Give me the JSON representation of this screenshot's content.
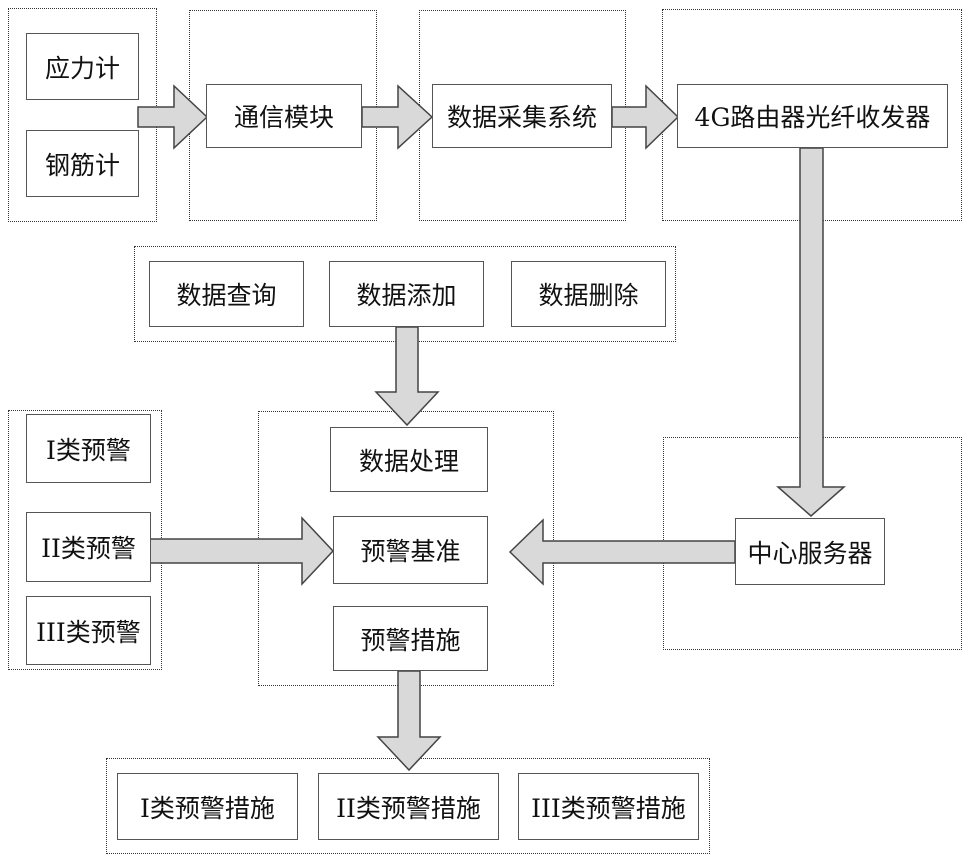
{
  "nodes": {
    "stress_meter": "应力计",
    "rebar_meter": "钢筋计",
    "comm_module": "通信模块",
    "data_acquisition": "数据采集系统",
    "router_transceiver": "4G路由器光纤收发器",
    "data_query": "数据查询",
    "data_add": "数据添加",
    "data_delete": "数据删除",
    "class1_warning": "I类预警",
    "class2_warning": "II类预警",
    "class3_warning": "III类预警",
    "data_processing": "数据处理",
    "warning_baseline": "预警基准",
    "warning_measures": "预警措施",
    "center_server": "中心服务器",
    "class1_measures": "I类预警措施",
    "class2_measures": "II类预警措施",
    "class3_measures": "III类预警措施"
  },
  "colors": {
    "arrow_fill": "#d9d9d9",
    "arrow_stroke": "#444444",
    "box_border": "#555555",
    "group_border": "#333333"
  }
}
